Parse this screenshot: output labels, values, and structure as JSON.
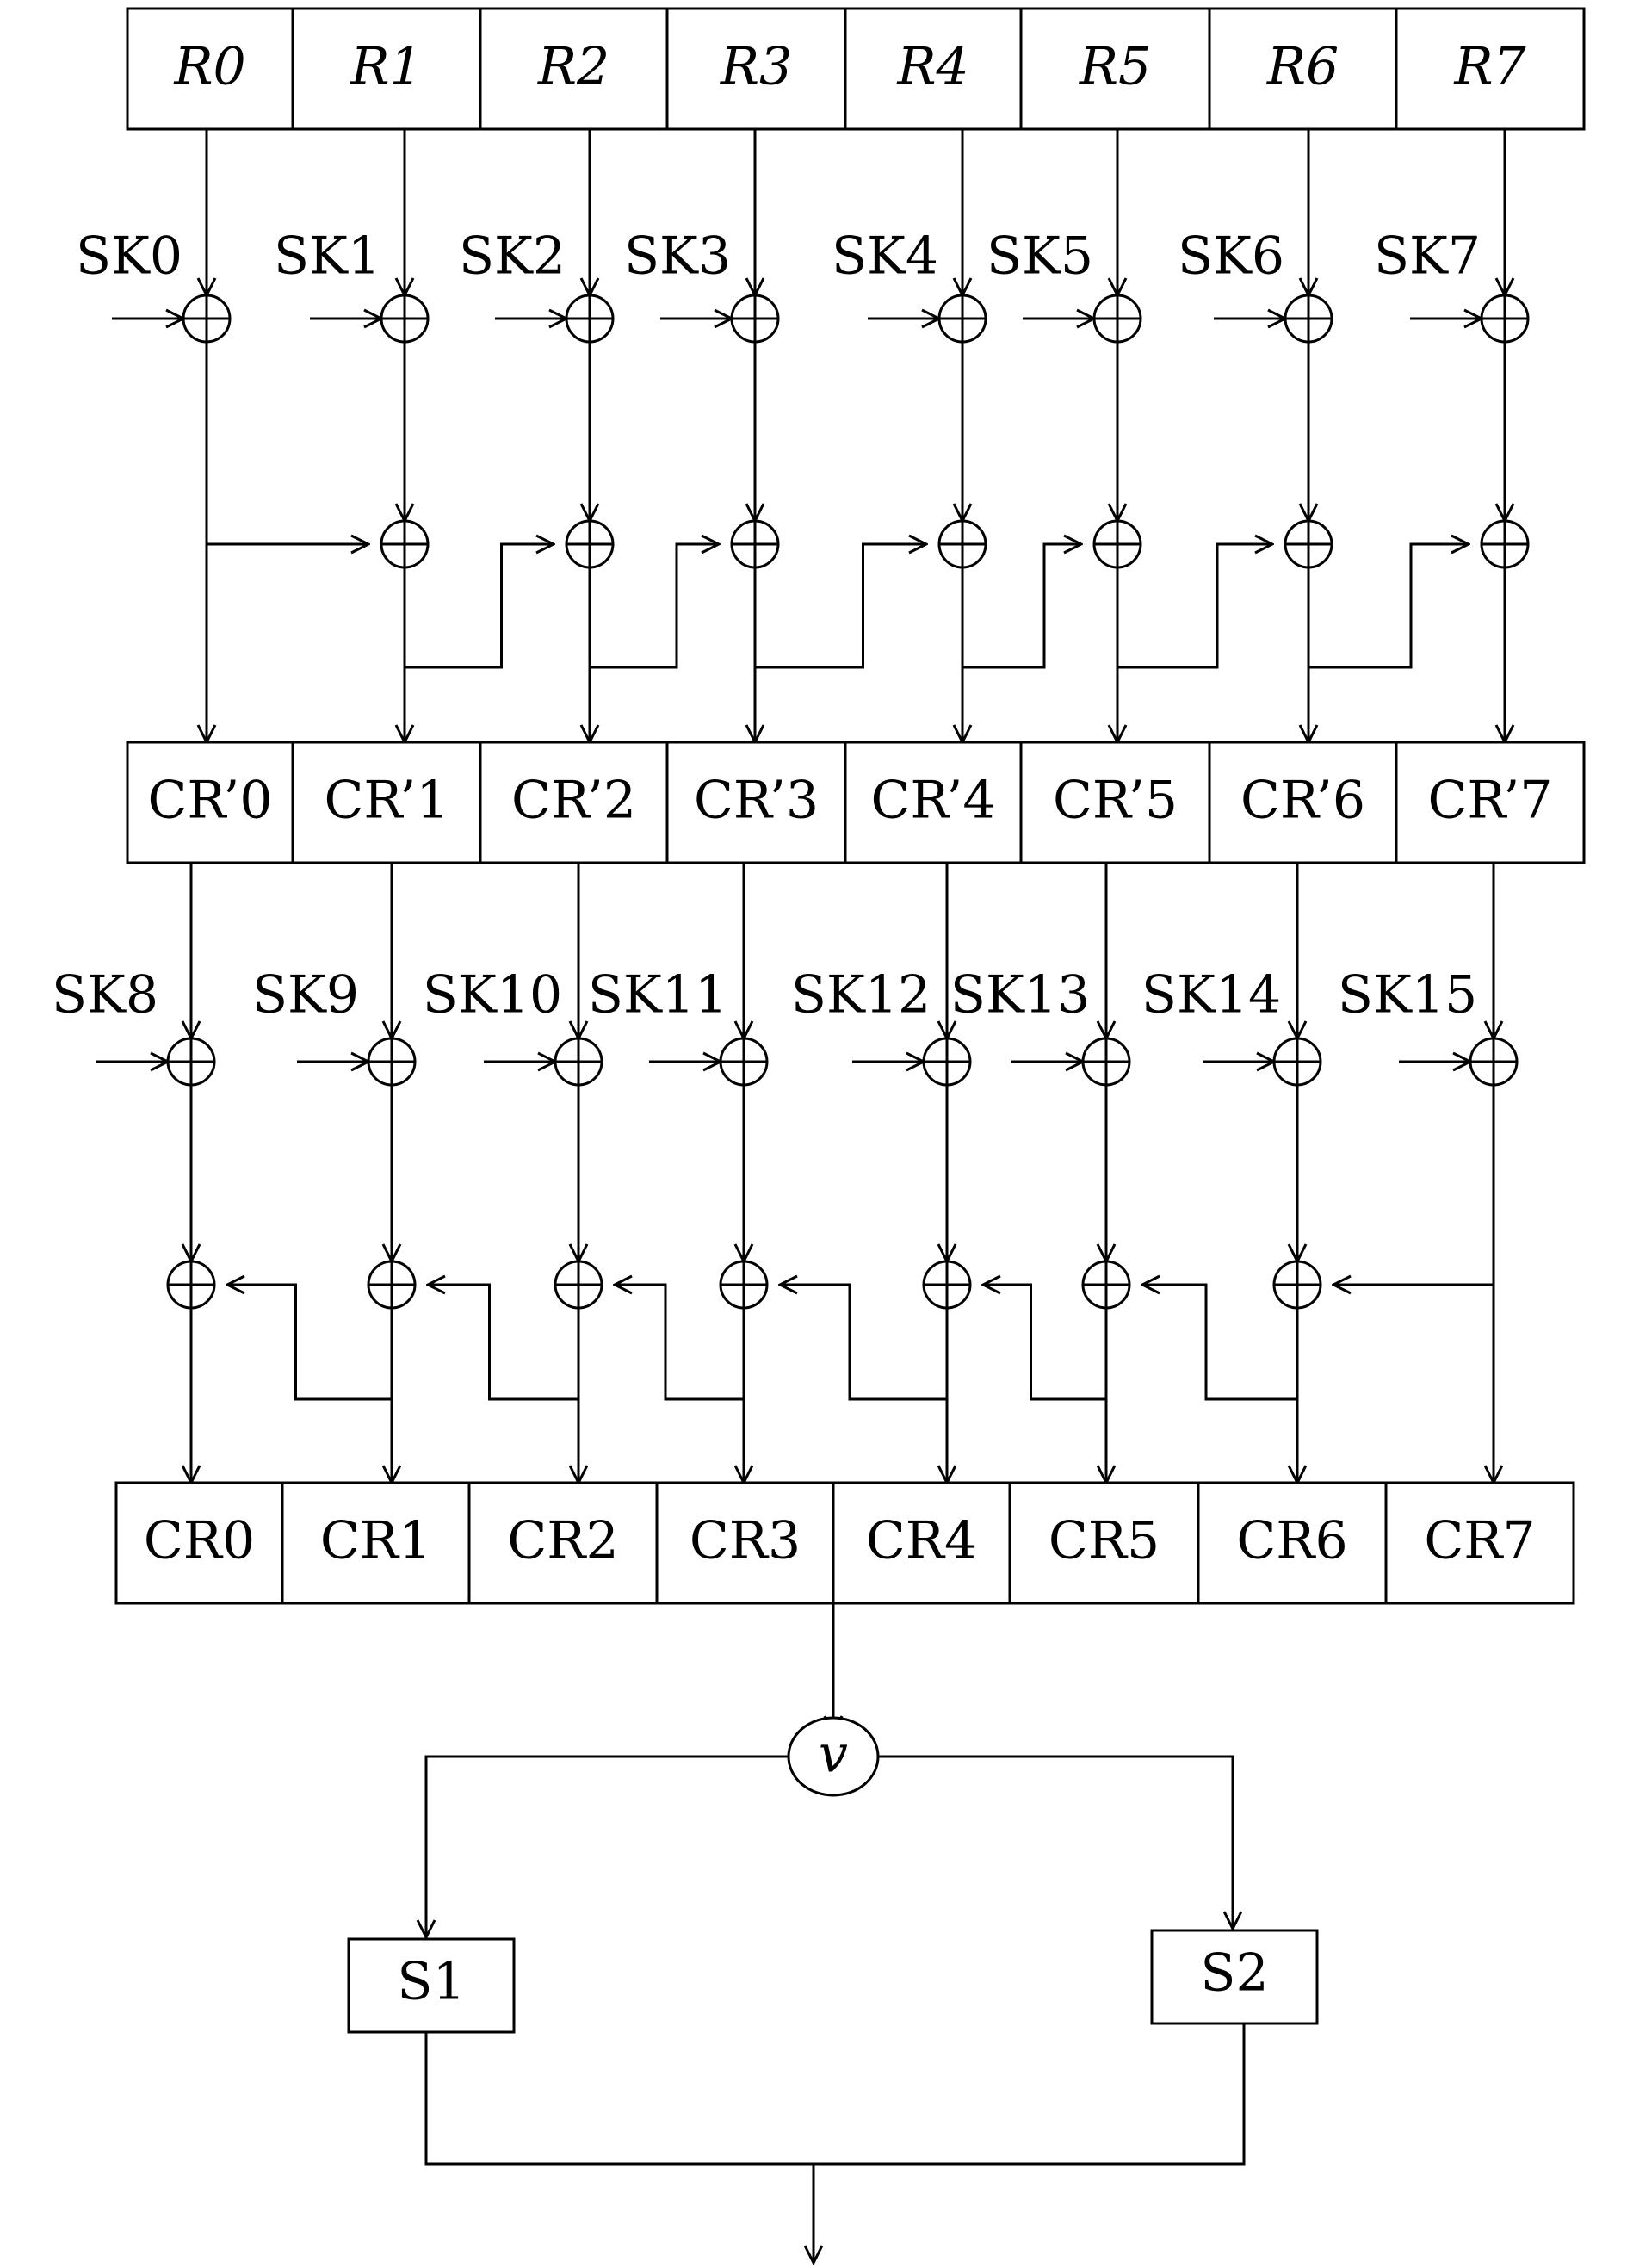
{
  "top_registers": [
    "R0",
    "R1",
    "R2",
    "R3",
    "R4",
    "R5",
    "R6",
    "R7"
  ],
  "round1_subkeys": [
    "SK0",
    "SK1",
    "SK2",
    "SK3",
    "SK4",
    "SK5",
    "SK6",
    "SK7"
  ],
  "intermediate_registers": [
    "CR’0",
    "CR’1",
    "CR’2",
    "CR’3",
    "CR’4",
    "CR’5",
    "CR’6",
    "CR’7"
  ],
  "round2_subkeys": [
    "SK8",
    "SK9",
    "SK10",
    "SK11",
    "SK12",
    "SK13",
    "SK14",
    "SK15"
  ],
  "output_registers": [
    "CR0",
    "CR1",
    "CR2",
    "CR3",
    "CR4",
    "CR5",
    "CR6",
    "CR7"
  ],
  "selector_label": "v",
  "sbox_left_label": "S1",
  "sbox_right_label": "S2"
}
